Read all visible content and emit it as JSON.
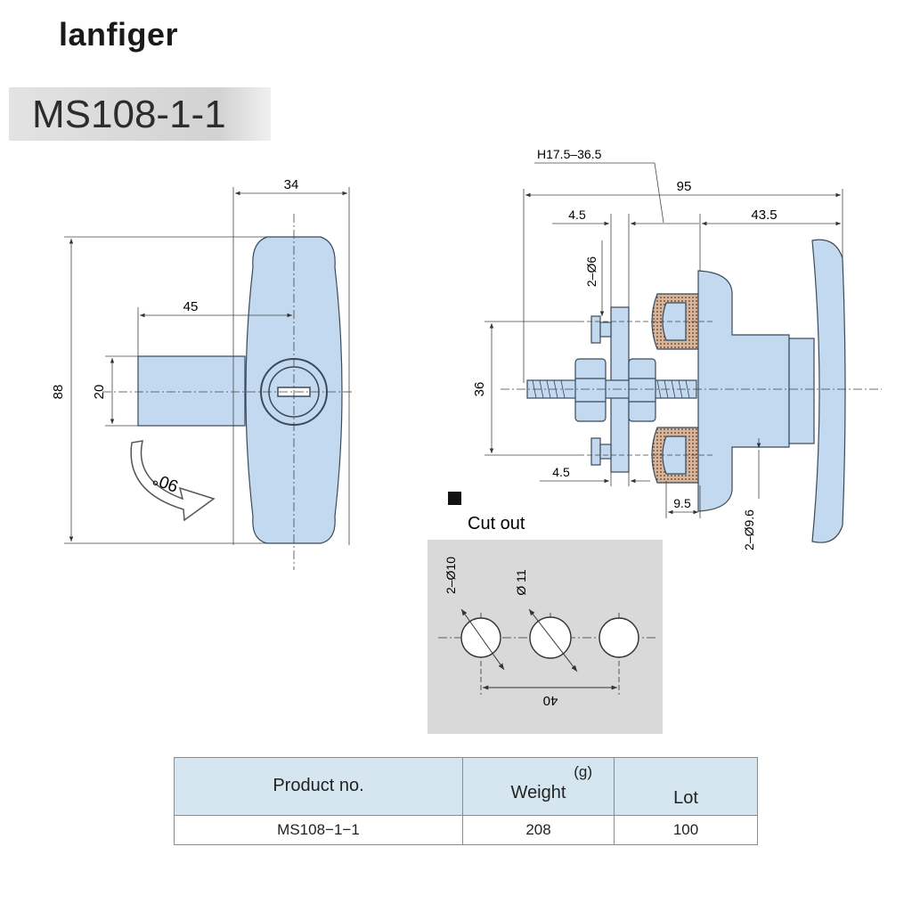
{
  "brand": "lanfiger",
  "model_title": "MS108-1-1",
  "front_view": {
    "dims": {
      "width_top": "34",
      "height": "88",
      "offset": "45",
      "shaft": "20"
    },
    "rotation": "90°"
  },
  "side_view": {
    "dims": {
      "thickness": "H17.5–36.5",
      "overall": "95",
      "left_top": "4.5",
      "right": "43.5",
      "bolt_dia": "2–Ø6",
      "spacing": "36",
      "left_bottom": "4.5",
      "boss": "9.5",
      "boss_dia": "2–Ø9.6"
    }
  },
  "cutout": {
    "label": "Cut out",
    "small_holes": "2–Ø10",
    "center_hole": "Ø 11",
    "spacing": "40"
  },
  "table": {
    "headers": {
      "product": "Product no.",
      "weight_unit": "(g)",
      "weight": "Weight",
      "lot": "Lot"
    },
    "rows": [
      {
        "product": "MS108−1−1",
        "weight": "208",
        "lot": "100"
      }
    ]
  },
  "colors": {
    "part_fill": "#c2d9ef",
    "part_stroke": "#3a4a5a",
    "cutout_bg": "#d9d9d9",
    "header_bg": "#d6e6f1"
  }
}
